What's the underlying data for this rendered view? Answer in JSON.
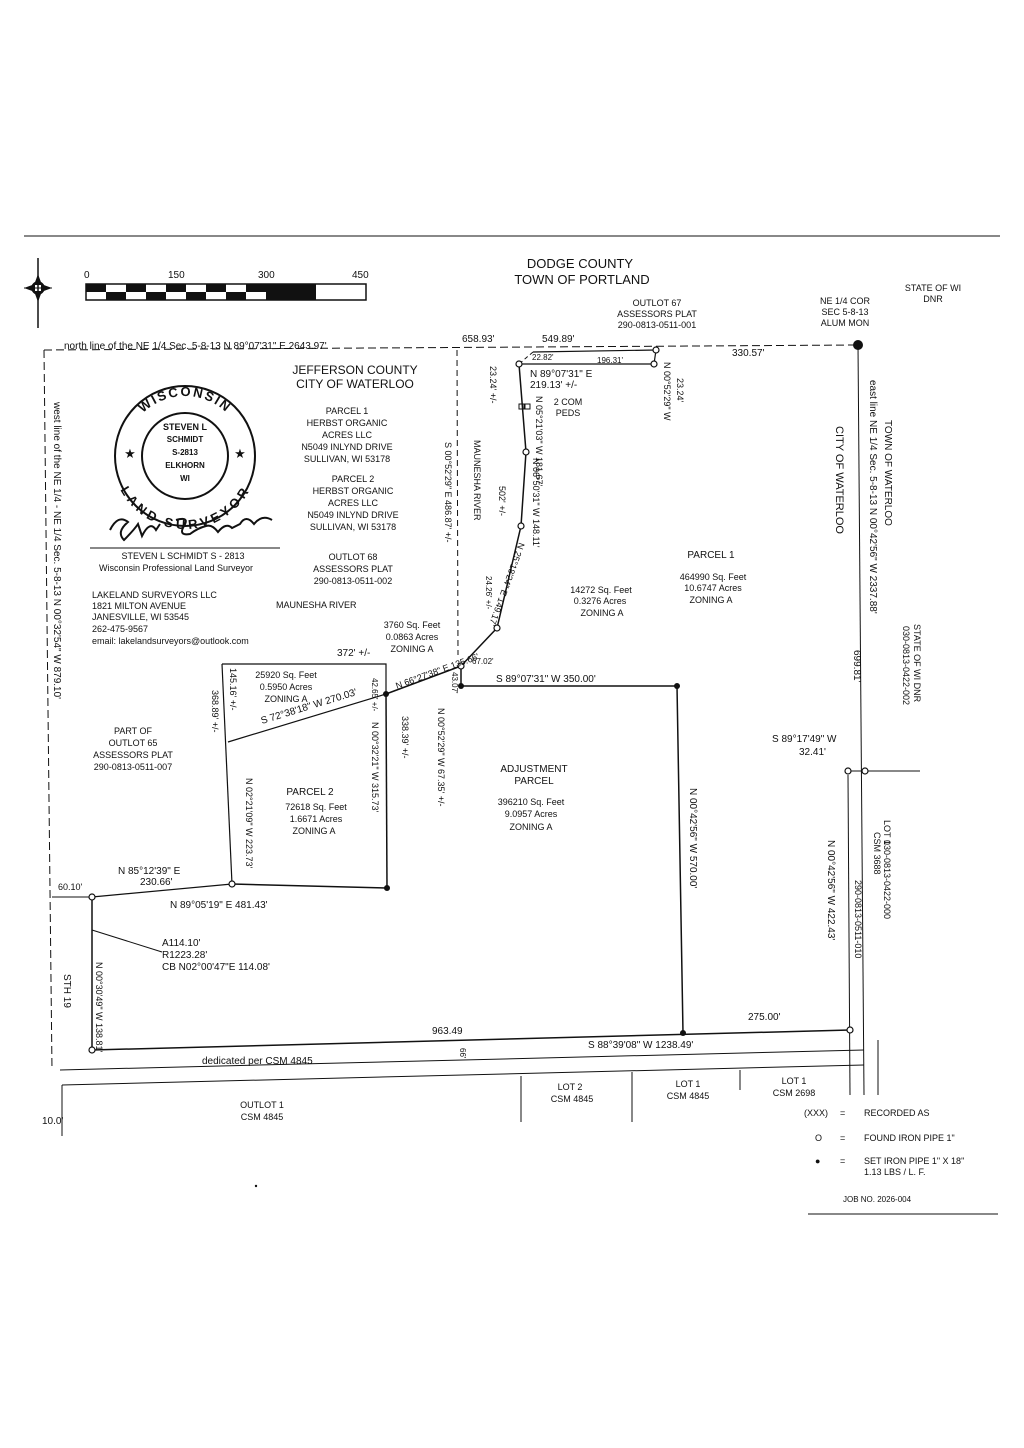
{
  "header": {
    "county": "DODGE COUNTY",
    "town": "TOWN OF PORTLAND",
    "state_dnr": [
      "STATE OF WI",
      "DNR"
    ]
  },
  "scale_bar": {
    "labels": [
      "0",
      "150",
      "300",
      "450"
    ]
  },
  "north_line": {
    "label": "north line of the NE 1/4 Sec. 5-8-13 N 89°07'31\" E 2643.97'",
    "dist_1": "658.93'",
    "dist_2": "549.89'",
    "dist_3": "330.57'"
  },
  "outlot67": [
    "OUTLOT 67",
    "ASSESSORS PLAT",
    "290-0813-0511-001"
  ],
  "corner": [
    "NE 1/4 COR",
    "SEC 5-8-13",
    "ALUM MON"
  ],
  "jefferson": [
    "JEFFERSON COUNTY",
    "CITY OF WATERLOO"
  ],
  "parcel1_owner": [
    "PARCEL 1",
    "HERBST ORGANIC",
    "ACRES LLC",
    "N5049 INLYND DRIVE",
    "SULLIVAN, WI 53178"
  ],
  "parcel2_owner": [
    "PARCEL 2",
    "HERBST ORGANIC",
    "ACRES LLC",
    "N5049 INLYND DRIVE",
    "SULLIVAN, WI 53178"
  ],
  "outlot68": [
    "OUTLOT 68",
    "ASSESSORS PLAT",
    "290-0813-0511-002"
  ],
  "surveyor_seal": {
    "ring_top": "WISCONSIN",
    "ring_bottom": "LAND SURVEYOR",
    "center": [
      "STEVEN L",
      "SCHMIDT",
      "S-2813",
      "ELKHORN",
      "WI"
    ]
  },
  "surveyor_signature": "Steve Schmidt",
  "surveyor": [
    "STEVEN L SCHMIDT  S - 2813",
    "Wisconsin Professional Land Surveyor"
  ],
  "firm": [
    "LAKELAND SURVEYORS LLC",
    "1821 MILTON AVENUE",
    "JANESVILLE, WI 53545",
    "262-475-9567",
    "email: lakelandsurveyors@outlook.com"
  ],
  "river_labels": {
    "west": "MAUNESHA   RIVER",
    "vertical": "MAUNESHA   RIVER"
  },
  "west_line": "west line of the NE 1/4 - NE 1/4 Sec. 5-8-13 N 00°32'54\" W 879.10'",
  "east_line": "east line NE 1/4 Sec. 5-8-13 N 00°42'56\" W 2337.88'",
  "east_side": {
    "town_text": "TOWN OF WATERLOO",
    "city_text": "CITY OF WATERLOO",
    "state_text": "STATE OF WI DNR",
    "state_pin": "030-0813-0422-002",
    "east_dist": "699.81'",
    "bearing_1": "S 89°17'49\" W",
    "dist_1": "32.41'",
    "lot1_text": "LOT 1",
    "csm3688": "CSM 3688",
    "csm_pin": "030-0813-0422-000",
    "pin_2": "290-0813-0511-010",
    "course": "N 00°42'56\" W 422.43'"
  },
  "areas": {
    "parcel1": [
      "PARCEL 1",
      "464990 Sq. Feet",
      "10.6747 Acres",
      "ZONING A"
    ],
    "parcel1_small": [
      "14272 Sq. Feet",
      "0.3276 Acres",
      "ZONING A"
    ],
    "sliver": [
      "3760 Sq. Feet",
      "0.0863 Acres",
      "ZONING A"
    ],
    "parcel2_strip": [
      "25920 Sq. Feet",
      "0.5950 Acres",
      "ZONING A"
    ],
    "parcel2": [
      "PARCEL 2",
      "72618 Sq. Feet",
      "1.6671 Acres",
      "ZONING A"
    ],
    "adjustment": [
      "ADJUSTMENT",
      "PARCEL",
      "396210 Sq. Feet",
      "9.0957 Acres",
      "ZONING A"
    ],
    "outlot65": [
      "PART OF",
      "OUTLOT 65",
      "ASSESSORS PLAT",
      "290-0813-0511-007"
    ],
    "two_com_peds": [
      "2 COM",
      "PEDS"
    ]
  },
  "courses": {
    "top_22": "22.82'",
    "top_196": "196.31'",
    "n89_219": "N 89°07'31\" E",
    "n89_219_dist": "219.13' +/-",
    "c23_left": "23.24' +/-",
    "c23_right": "23.24'",
    "n00_52_29_w": "N 00°52'29\" W",
    "n05_181": "N 05°21'03\" W 181.67'",
    "n06_148": "N 06°50'31\" W 148.11'",
    "n25_149": "N 25°18'24\" E 149.17'",
    "dist_502": "502' +/-",
    "dist_24": "24.26' +/-",
    "s00_486": "S 00°52'29\" E 486.87' +/-",
    "dist_372": "372' +/-",
    "n66_138": "N 66°27'38\" E 135.66'",
    "dist_67": "67.02'",
    "dist_43": "43.07'",
    "dist_42": "42.65' +/-",
    "s72_270": "S 72°38'18\" W 270.03'",
    "d145": "145.16' +/-",
    "d368": "368.89' +/-",
    "n02_223": "N 02°21'09\" W 223.73'",
    "n00_315": "N 00°32'21\" W 315.73'",
    "d338": "338.39' +/-",
    "n00_67": "N 00°52'29\" W 67.35' +/-",
    "s89_350": "S 89°07'31\" W 350.00'",
    "n00_570": "N 00°42'56\" W 570.00'",
    "n85_230": "N 85°12'39\" E",
    "n85_230_dist": "230.66'",
    "n89_481": "N 89°05'19\" E 481.43'",
    "d60": "60.10'",
    "curve": [
      "A114.10'",
      "R1223.28'",
      "CB N02°00'47\"E 114.08'"
    ],
    "n00_138": "N 00°30'49\" W 138.81'",
    "sth": "STH 19",
    "d963": "963.49",
    "s88_1238": "S 88°39'08\" W 1238.49'",
    "d275": "275.00'",
    "dedicated": "dedicated per CSM 4845",
    "d66": "66'",
    "d10": "10.0'"
  },
  "bottom_lots": {
    "outlot1": [
      "OUTLOT 1",
      "CSM 4845"
    ],
    "lot2": [
      "LOT 2",
      "CSM 4845"
    ],
    "lot1a": [
      "LOT 1",
      "CSM 4845"
    ],
    "lot1b": [
      "LOT 1",
      "CSM 2698"
    ]
  },
  "legend": {
    "items": [
      {
        "symbol": "(XXX)",
        "eq": "=",
        "text": [
          "RECORDED AS"
        ]
      },
      {
        "symbol": "O",
        "eq": "=",
        "text": [
          "FOUND IRON PIPE 1\""
        ]
      },
      {
        "symbol": "●",
        "eq": "=",
        "text": [
          "SET IRON PIPE 1\" X 18\"",
          "1.13 LBS / L. F."
        ]
      }
    ],
    "job_no": "JOB NO. 2026-004"
  }
}
